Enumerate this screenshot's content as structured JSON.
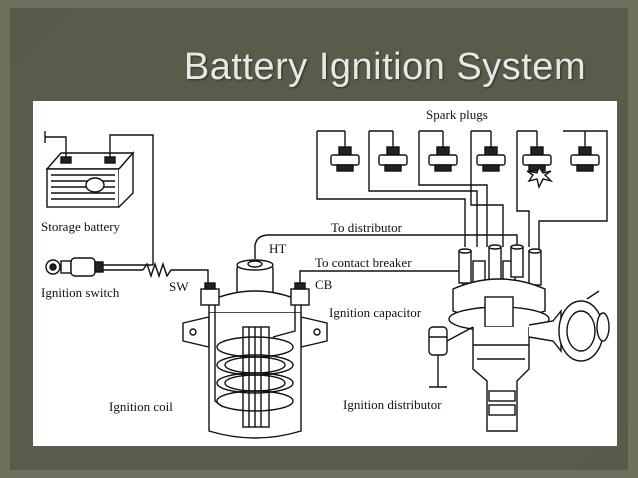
{
  "slide": {
    "title": "Battery Ignition System"
  },
  "diagram": {
    "labels": {
      "spark_plugs": "Spark plugs",
      "storage_battery": "Storage battery",
      "to_distributor": "To distributor",
      "ht": "HT",
      "to_contact_breaker": "To contact breaker",
      "ignition_switch": "Ignition switch",
      "sw": "SW",
      "cb": "CB",
      "ignition_capacitor": "Ignition capacitor",
      "ignition_coil": "Ignition coil",
      "ignition_distributor": "Ignition distributor"
    }
  }
}
